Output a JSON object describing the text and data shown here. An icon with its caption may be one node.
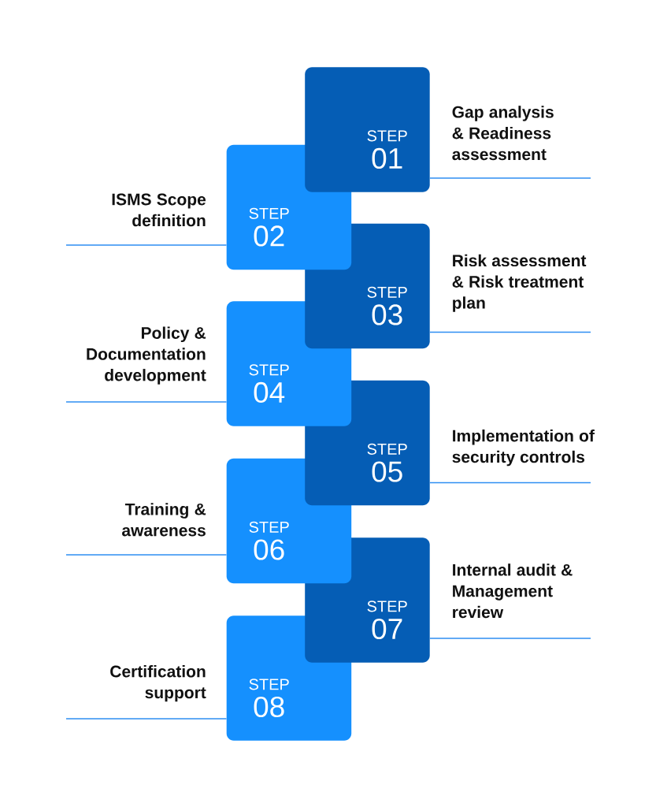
{
  "diagram": {
    "nodes": [
      {
        "text": [
          "STEP",
          "01"
        ],
        "beside": [
          "Gap analysis & Readiness assessment"
        ]
      },
      {
        "text": [
          "STEP",
          "02"
        ],
        "beside": [
          "ISMS Scope definition"
        ]
      },
      {
        "text": [
          "STEP",
          "03"
        ],
        "beside": [
          "Risk assessment & Risk treatment plan"
        ]
      },
      {
        "text": [
          "STEP",
          "04"
        ],
        "beside": [
          "Policy & Documentation development"
        ]
      },
      {
        "text": [
          "STEP",
          "05"
        ],
        "beside": [
          "Implementation of security controls"
        ]
      },
      {
        "text": [
          "STEP",
          "06"
        ],
        "beside": [
          "Training & awareness"
        ]
      },
      {
        "text": [
          "STEP",
          "07"
        ],
        "beside": [
          "Internal audit & Management review"
        ]
      },
      {
        "text": [
          "STEP",
          "08"
        ],
        "beside": [
          "Certification support"
        ]
      }
    ],
    "edges": [
      {
        "from": 0,
        "to": null,
        "arrow": "none"
      },
      {
        "from": 1,
        "to": null,
        "arrow": "none"
      },
      {
        "from": 2,
        "to": null,
        "arrow": "none"
      },
      {
        "from": 3,
        "to": null,
        "arrow": "none"
      },
      {
        "from": 4,
        "to": null,
        "arrow": "none"
      },
      {
        "from": 5,
        "to": null,
        "arrow": "none"
      },
      {
        "from": 6,
        "to": null,
        "arrow": "none"
      },
      {
        "from": 7,
        "to": null,
        "arrow": "none"
      }
    ]
  }
}
